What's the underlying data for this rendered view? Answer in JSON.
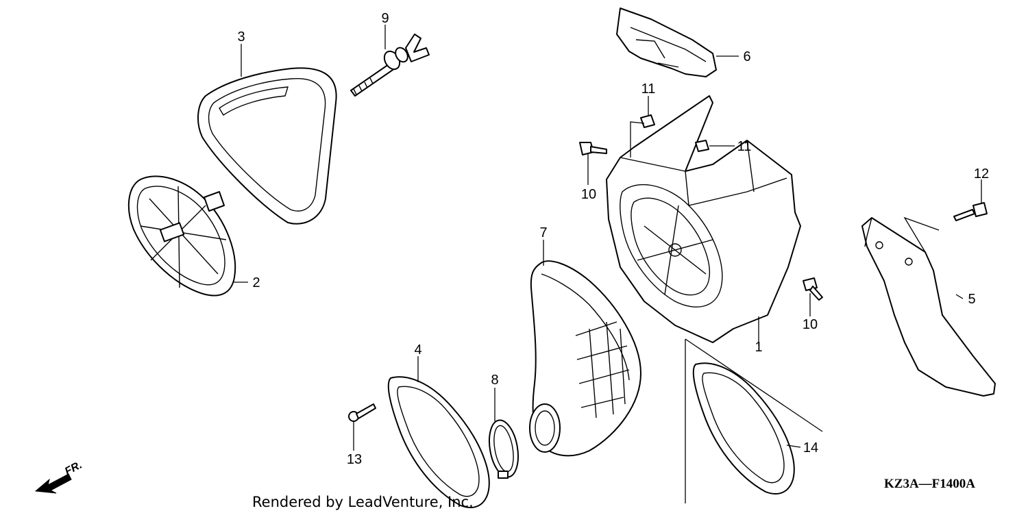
{
  "diagram": {
    "drawing_code": "KZ3A—F1400A",
    "credit": "Rendered by LeadVenture, Inc.",
    "direction_label": "FR.",
    "callouts": [
      {
        "id": "1",
        "label": "1"
      },
      {
        "id": "2",
        "label": "2"
      },
      {
        "id": "3",
        "label": "3"
      },
      {
        "id": "4",
        "label": "4"
      },
      {
        "id": "5",
        "label": "5"
      },
      {
        "id": "6",
        "label": "6"
      },
      {
        "id": "7",
        "label": "7"
      },
      {
        "id": "8",
        "label": "8"
      },
      {
        "id": "9",
        "label": "9"
      },
      {
        "id": "10a",
        "label": "10"
      },
      {
        "id": "10b",
        "label": "10"
      },
      {
        "id": "11a",
        "label": "11"
      },
      {
        "id": "11b",
        "label": "11"
      },
      {
        "id": "12",
        "label": "12"
      },
      {
        "id": "13",
        "label": "13"
      },
      {
        "id": "14",
        "label": "14"
      }
    ]
  }
}
